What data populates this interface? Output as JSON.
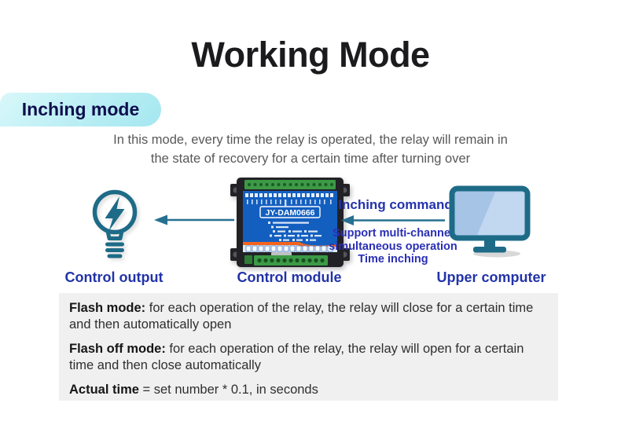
{
  "page": {
    "title": "Working Mode"
  },
  "badge": {
    "label": "Inching mode"
  },
  "description": {
    "line1": "In this mode, every time the relay is operated, the relay will remain in",
    "line2": "the state of recovery for a certain time after turning over"
  },
  "diagram": {
    "module_model": "JY-DAM0666",
    "command_label": "Inching command",
    "support_lines": [
      "Support multi-channel",
      "simultaneous operation",
      "Time inching"
    ],
    "labels": {
      "output": "Control output",
      "module": "Control module",
      "computer": "Upper computer"
    }
  },
  "notes": {
    "flash_mode_title": "Flash mode:",
    "flash_mode_text": " for each operation of the relay, the relay will close for a certain time and then automatically open",
    "flash_off_title": "Flash off mode:",
    "flash_off_text": " for each operation of the relay, the relay will open for a certain time and then close automatically",
    "actual_time_title": "Actual time",
    "actual_time_text": " = set number * 0.1, in seconds"
  },
  "colors": {
    "accent_teal": "#1e6b87",
    "accent_blue": "#2433ad",
    "badge_gradient_start": "#d9f8fa",
    "badge_gradient_end": "#a5e7f0",
    "badge_text": "#0e0e4e",
    "notes_background": "#f0f0f0",
    "module_panel_blue": "#135fc0",
    "module_stripe_orange": "#f4641e",
    "module_terminal_green": "#3c9a46",
    "screen_fill": "#a6c4e6"
  }
}
